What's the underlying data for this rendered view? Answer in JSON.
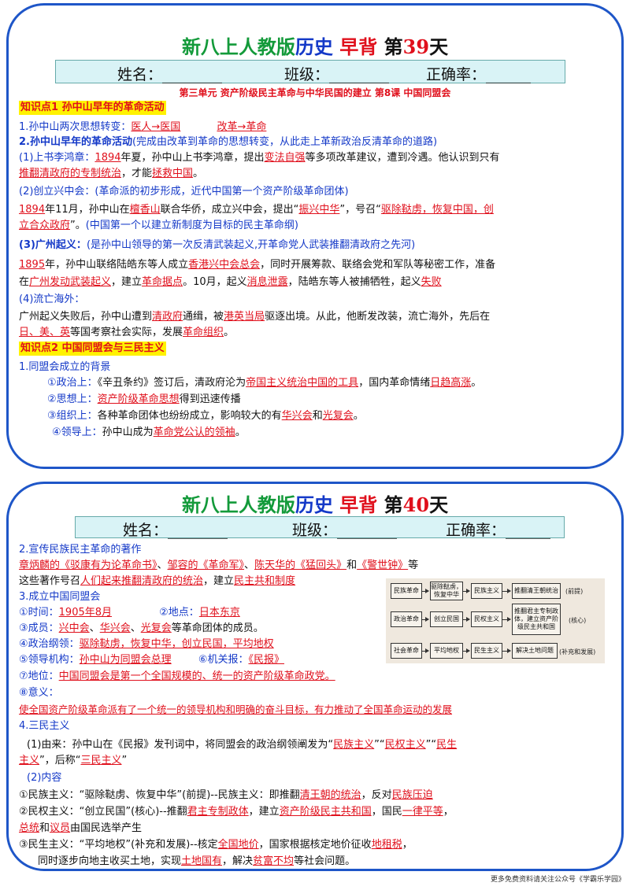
{
  "day39": {
    "title": {
      "a": "新八上",
      "b": "人教版",
      "c": "历史",
      "d": "早背",
      "e": "第",
      "f": "39",
      "g": "天"
    },
    "namebar": {
      "name": "姓名：________",
      "class": "班级：________",
      "rate": "正确率：______"
    },
    "unit": "第三单元 资产阶级民主革命与中华民国的建立 第8课 中国同盟会",
    "sec1": "知识点1 孙中山早年的革命活动",
    "l1": {
      "a": "1.孙中山两次思想转变：",
      "b": "医人→医国",
      "c": "改革→革命"
    },
    "l2": {
      "a": "2.孙中山早年的革命活动",
      "b": "(完成由改革到革命的思想转变，从此走上革新政治反清革命的道路)"
    },
    "l3": {
      "a": "(1)上书李鸿章：",
      "b": "1894",
      "c": "年夏，孙中山上书李鸿章，提出",
      "d": "变法自强",
      "e": "等多项改革建议，遭到冷遇。他认识到只有"
    },
    "l4": {
      "a": "推翻清政府的专制统治",
      "b": "，才能",
      "c": "拯救中国",
      "d": "。"
    },
    "l5": {
      "a": "(2)创立兴中会：",
      "b": "(革命派的初步形成，近代中国第一个资产阶级革命团体)"
    },
    "l6": {
      "a": "1894",
      "b": "年11月，孙中山在",
      "c": "檀香山",
      "d": "联合华侨，成立兴中会，提出“",
      "e": "振兴中华",
      "f": "”，号召“",
      "g": "驱除鞑虏，恢复中国，创"
    },
    "l7": {
      "a": "立合众政府",
      "b": "”。",
      "c": "(中国第一个以建立新制度为目标的民主革命纲)"
    },
    "l8": {
      "a": "(3)广州起义：",
      "b": "(是孙中山领导的第一次反清武装起义,开革命党人武装推翻清政府之先河)"
    },
    "l9": {
      "a": "1895",
      "b": "年，孙中山联络陆皓东等人成立",
      "c": "香港兴中会总会",
      "d": "，同时开展筹款、联络会党和军队等秘密工作，准备"
    },
    "l10": {
      "a": "在",
      "b": "广州发动武装起义",
      "c": "，建立",
      "d": "革命据点",
      "e": "。10月，起义",
      "f": "消息泄露",
      "g": "，陆皓东等人被捕牺牲，起义",
      "h": "失败"
    },
    "l11": {
      "a": "(4)流亡海外："
    },
    "l12": {
      "a": "广州起义失败后，孙中山遭到",
      "b": "清政府",
      "c": "通缉，被",
      "d": "港英当局",
      "e": "驱逐出境。从此，他断发改装，流亡海外，先后在"
    },
    "l13": {
      "a": "日、美、英",
      "b": "等国考察社会实际，发展",
      "c": "革命组织",
      "d": "。"
    },
    "sec2": "知识点2 中国同盟会与三民主义",
    "l14": {
      "a": "1.同盟会成立的背景"
    },
    "l15": {
      "a": "①政治上：",
      "b": "《辛丑条约》签订后，清政府沦为",
      "c": "帝国主义统治中国的工具",
      "d": "，国内革命情绪",
      "e": "日趋高涨",
      "f": "。"
    },
    "l16": {
      "a": "②思想上：",
      "b": "资产阶级革命思想",
      "c": "得到迅速传播"
    },
    "l17": {
      "a": "③组织上：",
      "b": "各种革命团体也纷纷成立，影响较大的有",
      "c": "华兴会",
      "d": "和",
      "e": "光复会",
      "f": "。"
    },
    "l18": {
      "a": "④领导上：",
      "b": "孙中山成为",
      "c": "革命党公认的领袖",
      "d": "。"
    }
  },
  "day40": {
    "title": {
      "a": "新八上",
      "b": "人教版",
      "c": "历史",
      "d": "早背",
      "e": "第",
      "f": "40",
      "g": "天"
    },
    "namebar": {
      "name": "姓名：________",
      "class": "班级：________",
      "rate": "正确率：______"
    },
    "m1": {
      "a": "2.宣传民族民主革命的著作"
    },
    "m2": {
      "a": "章炳麟的《驳康有为论革命书》",
      "b": "、",
      "c": "邹容的《革命军》",
      "d": "、",
      "e": "陈天华的《猛回头》",
      "f": "和",
      "g": "《警世钟》",
      "h": "等"
    },
    "m3": {
      "a": "这些著作号召",
      "b": "人们起来推翻清政府的统治",
      "c": "，建立",
      "d": "民主共和制度"
    },
    "m4": {
      "a": "3.成立中国同盟会"
    },
    "m5": {
      "a": "①时间：",
      "b": "1905年8月",
      "c": "②地点：",
      "d": "日本东京"
    },
    "m6": {
      "a": "③成员：",
      "b": "兴中会",
      "c": "、",
      "d": "华兴会",
      "e": "、",
      "f": "光复会",
      "g": "等革命团体的成员。"
    },
    "m7": {
      "a": "④政治纲领：",
      "b": "驱除鞑虏，恢复中华，创立民国，平均地权"
    },
    "m8": {
      "a": "⑤领导机构：",
      "b": "孙中山为同盟会总理",
      "c": "⑥机关报：",
      "d": "《民报》"
    },
    "m9": {
      "a": "⑦地位：",
      "b": "中国同盟会是第一个全国规模的、统一的资产阶级革命政党。"
    },
    "m10": {
      "a": "⑧意义："
    },
    "m11": {
      "a": "使全国资产阶级革命派有了一个统一的领导机构和明确的奋斗目标，有力推动了全国革命运动的发展"
    },
    "m12": {
      "a": "4.三民主义"
    },
    "m13": {
      "a": "(1)由来：孙中山在《民报》发刊词中，将同盟会的政治纲领阐发为“",
      "b": "民族主义",
      "c": "”“",
      "d": "民权主义",
      "e": "”“",
      "f": "民生"
    },
    "m14": {
      "a": "主义",
      "b": "”，后称“",
      "c": "三民主义",
      "d": "”"
    },
    "m15": {
      "a": "(2)内容"
    },
    "m16": {
      "a": "①民族主义：“驱除鞑虏、恢复中华”(前提)--民族主义：即推翻",
      "b": "清王朝的统治",
      "c": "，反对",
      "d": "民族压迫"
    },
    "m17": {
      "a": "②民权主义：“创立民国”(核心)--推翻",
      "b": "君主专制政体",
      "c": "，建立",
      "d": "资产阶级民主共和国",
      "e": "，国民",
      "f": "一律平等",
      "g": "，"
    },
    "m18": {
      "a": "总统",
      "b": "和",
      "c": "议员",
      "d": "由国民选举产生"
    },
    "m19": {
      "a": "③民生主义：“平均地权”(补充和发展)--核定",
      "b": "全国地价",
      "c": "，国家根据核定地价征收",
      "d": "地租税",
      "e": "，"
    },
    "m20": {
      "a": "同时逐步向地主收买土地，实现",
      "b": "土地国有",
      "c": "，解决",
      "d": "贫富不均",
      "e": "等社会问题。"
    },
    "diagram": {
      "row1": {
        "a": "民族革命",
        "b": "驱除鞑虏，恢复中华",
        "c": "民族主义",
        "d": "推翻清王朝统治",
        "e": "(前提)"
      },
      "row2": {
        "a": "政治革命",
        "b": "创立民国",
        "c": "民权主义",
        "d": "推翻君主专制政体，建立资产阶级民主共和国",
        "e": "(核心)"
      },
      "row3": {
        "a": "社会革命",
        "b": "平均地权",
        "c": "民生主义",
        "d": "解决土地问题",
        "e": "(补充和发展)"
      }
    }
  },
  "footer": "更多免费资料请关注公众号《学霸乐学园》"
}
